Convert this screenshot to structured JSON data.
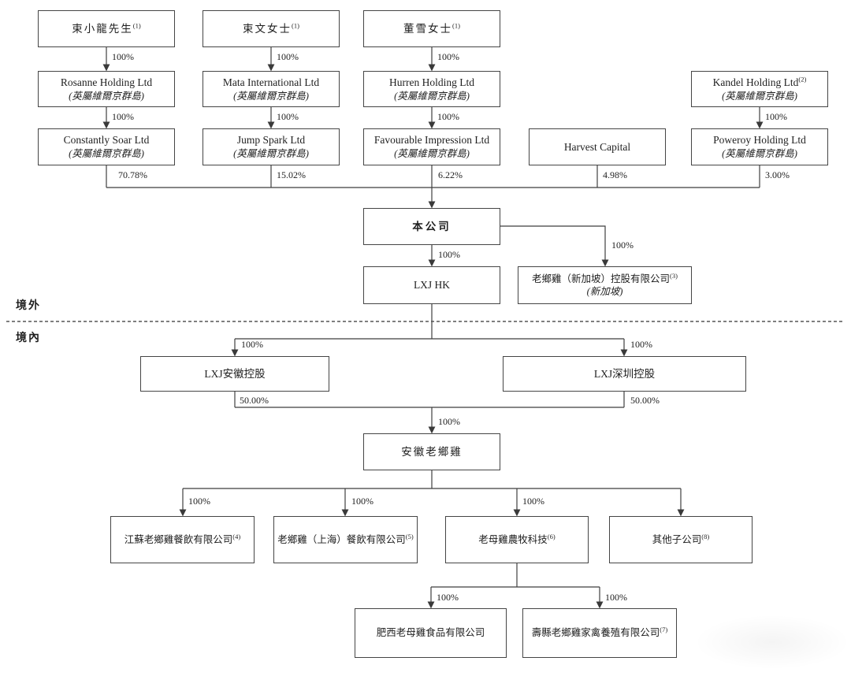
{
  "diagram": {
    "regions": {
      "offshore": "境外",
      "onshore": "境內"
    },
    "nodes": {
      "shu_xiaolong": {
        "name": "束小龍先生",
        "sup": "(1)"
      },
      "shu_wen": {
        "name": "束文女士",
        "sup": "(1)"
      },
      "dong_xue": {
        "name": "董雪女士",
        "sup": "(1)"
      },
      "rosanne": {
        "name": "Rosanne Holding Ltd",
        "jurisdiction": "(英屬維爾京群島)"
      },
      "mata": {
        "name": "Mata International Ltd",
        "jurisdiction": "(英屬維爾京群島)"
      },
      "hurren": {
        "name": "Hurren Holding Ltd",
        "jurisdiction": "(英屬維爾京群島)"
      },
      "kandel": {
        "name": "Kandel Holding Ltd",
        "sup": "(2)",
        "jurisdiction": "(英屬維爾京群島)"
      },
      "constantly": {
        "name": "Constantly Soar Ltd",
        "jurisdiction": "(英屬維爾京群島)"
      },
      "jump": {
        "name": "Jump Spark Ltd",
        "jurisdiction": "(英屬維爾京群島)"
      },
      "favourable": {
        "name": "Favourable Impression Ltd",
        "jurisdiction": "(英屬維爾京群島)"
      },
      "harvest": {
        "name": "Harvest Capital"
      },
      "poweroy": {
        "name": "Poweroy Holding Ltd",
        "jurisdiction": "(英屬維爾京群島)"
      },
      "company": {
        "name": "本公司"
      },
      "lxj_hk": {
        "name": "LXJ HK"
      },
      "lxj_sg": {
        "name": "老鄉雞（新加坡）控股有限公司",
        "sup": "(3)",
        "jurisdiction": "(新加坡)"
      },
      "lxj_anhui": {
        "name": "LXJ安徽控股"
      },
      "lxj_shenzhen": {
        "name": "LXJ深圳控股"
      },
      "anhui_lxj": {
        "name": "安徽老鄉雞"
      },
      "jiangsu": {
        "name": "江蘇老鄉雞餐飲有限公司",
        "sup": "(4)"
      },
      "shanghai": {
        "name": "老鄉雞（上海）餐飲有限公司",
        "sup": "(5)"
      },
      "nongmu": {
        "name": "老母雞農牧科技",
        "sup": "(6)"
      },
      "other_subs": {
        "name": "其他子公司",
        "sup": "(8)"
      },
      "feixi": {
        "name": "肥西老母雞食品有限公司"
      },
      "shouxian": {
        "name": "壽縣老鄉雞家禽養殖有限公司",
        "sup": "(7)"
      }
    },
    "edges": {
      "shu_xiaolong_rosanne": "100%",
      "shu_wen_mata": "100%",
      "dong_xue_hurren": "100%",
      "rosanne_constantly": "100%",
      "mata_jump": "100%",
      "hurren_favourable": "100%",
      "kandel_poweroy": "100%",
      "constantly_company": "70.78%",
      "jump_company": "15.02%",
      "favourable_company": "6.22%",
      "harvest_company": "4.98%",
      "poweroy_company": "3.00%",
      "company_lxjhk": "100%",
      "company_lxjsg": "100%",
      "lxjhk_anhui_holding": "100%",
      "lxjhk_shenzhen_holding": "100%",
      "anhui_holding_anhuilxj": "50.00%",
      "shenzhen_holding_anhuilxj": "50.00%",
      "into_anhuilxj": "100%",
      "anhuilxj_jiangsu": "100%",
      "anhuilxj_shanghai": "100%",
      "anhuilxj_nongmu": "100%",
      "nongmu_feixi": "100%",
      "nongmu_shouxian": "100%"
    }
  }
}
